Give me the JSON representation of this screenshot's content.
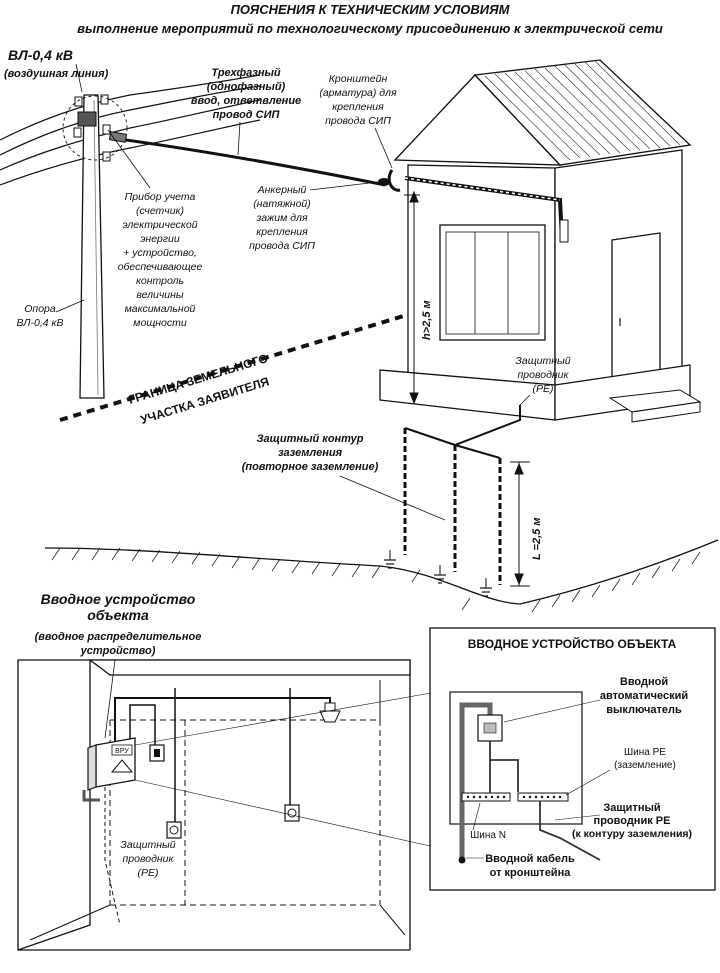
{
  "header": {
    "title": "ПОЯСНЕНИЯ К ТЕХНИЧЕСКИМ УСЛОВИЯМ",
    "subtitle": "выполнение мероприятий по технологическому присоединению к электрической сети"
  },
  "overhead_line": {
    "name": "ВЛ-0,4 кВ",
    "desc": "(воздушная линия)"
  },
  "service_drop": [
    "Трехфазный",
    "(однофазный)",
    "ввод, ответвление",
    "провод СИП"
  ],
  "bracket": [
    "Кронштейн",
    "(арматура) для",
    "крепления",
    "провода СИП"
  ],
  "anchor_clamp": [
    "Анкерный",
    "(натяжной)",
    "зажим для",
    "крепления",
    "провода СИП"
  ],
  "meter": [
    "Прибор учета",
    "(счетчик)",
    "электрической",
    "энергии",
    "+ устройство,",
    "обеспечивающее",
    "контроль",
    "величины",
    "максимальной",
    "мощности"
  ],
  "pole": [
    "Опора",
    "ВЛ-0,4 кВ"
  ],
  "boundary": [
    "ГРАНИЦА ЗЕМЕЛЬНОГО",
    "УЧАСТКА ЗАЯВИТЕЛЯ"
  ],
  "height_label": "h>2,5 м",
  "pe_outdoor": [
    "Защитный",
    "проводник",
    "(PE)"
  ],
  "grounding": [
    "Защитный контур",
    "заземления",
    "(повторное заземление)"
  ],
  "depth_label": "L =2,5 м",
  "entry_device": {
    "title": [
      "Вводное устройство",
      "объекта"
    ],
    "desc": [
      "(вводное распределительное",
      "устройство)"
    ],
    "vru_label": "ВРУ"
  },
  "pe_indoor": [
    "Защитный",
    "проводник",
    "(PE)"
  ],
  "inset": {
    "title": "ВВОДНОЕ УСТРОЙСТВО ОБЪЕКТА",
    "breaker": [
      "Вводной",
      "автоматический",
      "выключатель"
    ],
    "pe_bus": [
      "Шина PE",
      "(заземление)"
    ],
    "pe_conductor": [
      "Защитный",
      "проводник PE",
      "(к контуру заземления)"
    ],
    "n_bus": "Шина N",
    "input_cable": [
      "Вводной кабель",
      "от кронштейна"
    ]
  }
}
